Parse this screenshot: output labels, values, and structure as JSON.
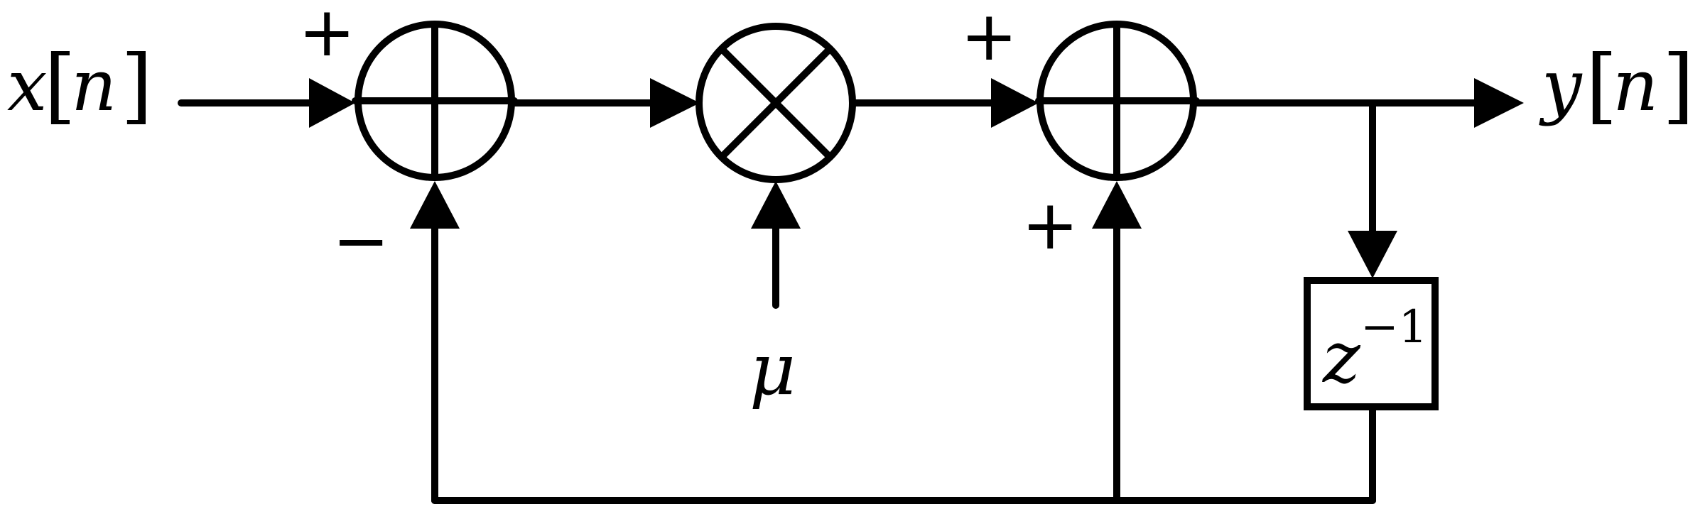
{
  "input_label": {
    "symbol": "x",
    "index": "n"
  },
  "output_label": {
    "symbol": "y",
    "index": "n"
  },
  "step_size": "μ",
  "delay": {
    "base": "z",
    "exponent": "−1"
  },
  "signs": {
    "sum1_top": "+",
    "sum1_bottom": "−",
    "sum2_top": "+",
    "sum2_bottom": "+"
  }
}
